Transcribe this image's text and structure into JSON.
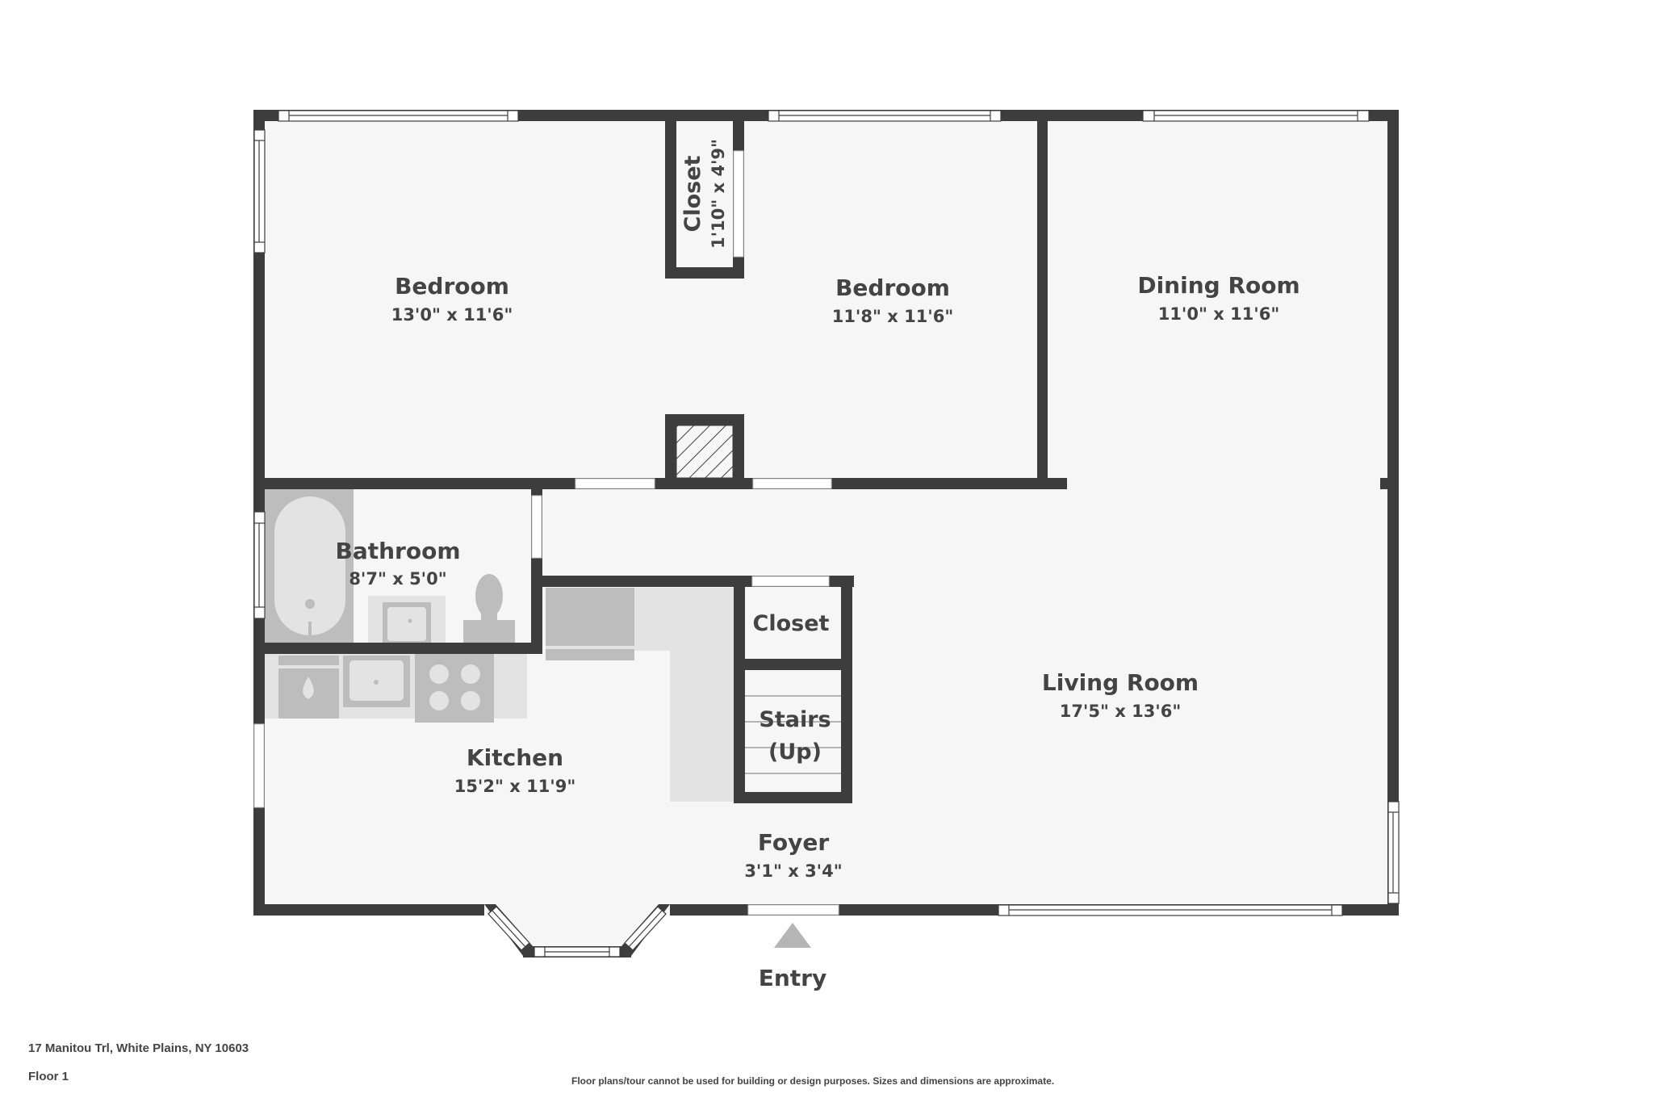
{
  "plan": {
    "colors": {
      "wall": "#3d3d3d",
      "floor": "#f6f6f6",
      "fixture_dark": "#bdbdbd",
      "fixture_light": "#e3e3e3",
      "entry_arrow": "#b5b5b5",
      "text": "#444444"
    },
    "rooms": {
      "bedroom1": {
        "name": "Bedroom",
        "dims": "13'0\" x 11'6\""
      },
      "closet_upper": {
        "name": "Closet",
        "dims": "1'10\" x 4'9\""
      },
      "bedroom2": {
        "name": "Bedroom",
        "dims": "11'8\" x 11'6\""
      },
      "dining": {
        "name": "Dining Room",
        "dims": "11'0\" x 11'6\""
      },
      "bathroom": {
        "name": "Bathroom",
        "dims": "8'7\" x 5'0\""
      },
      "closet_lower": {
        "name": "Closet"
      },
      "stairs": {
        "name_line1": "Stairs",
        "name_line2": "(Up)"
      },
      "living": {
        "name": "Living Room",
        "dims": "17'5\" x 13'6\""
      },
      "kitchen": {
        "name": "Kitchen",
        "dims": "15'2\" x 11'9\""
      },
      "foyer": {
        "name": "Foyer",
        "dims": "3'1\" x 3'4\""
      }
    },
    "entry_label": "Entry"
  },
  "footer": {
    "address": "17 Manitou Trl, White Plains, NY 10603",
    "floor": "Floor 1",
    "disclaimer": "Floor plans/tour cannot be used for building or design purposes. Sizes and dimensions are approximate."
  }
}
